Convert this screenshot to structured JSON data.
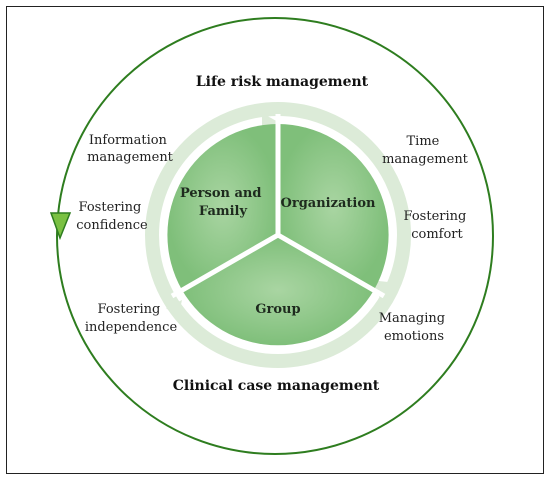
{
  "outer_titles": {
    "top": "Life risk management",
    "bottom": "Clinical case management"
  },
  "segments": {
    "person_family": [
      "Person and",
      "Family"
    ],
    "organization": "Organization",
    "group": "Group"
  },
  "left_labels": {
    "information_management": [
      "Information",
      "management"
    ],
    "fostering_confidence": [
      "Fostering",
      "confidence"
    ],
    "fostering_independence": [
      "Fostering",
      "independence"
    ]
  },
  "right_labels": {
    "time_management": [
      "Time",
      "management"
    ],
    "fostering_comfort": [
      "Fostering",
      "comfort"
    ],
    "managing_emotions": [
      "Managing",
      "emotions"
    ]
  },
  "colors": {
    "outer_circle": "#2e7d1f",
    "arrow_marker": "#7ac142",
    "segment_fill": "#8cc48a",
    "segment_light": "#c5e2c0",
    "ring": "#dcebd8"
  }
}
